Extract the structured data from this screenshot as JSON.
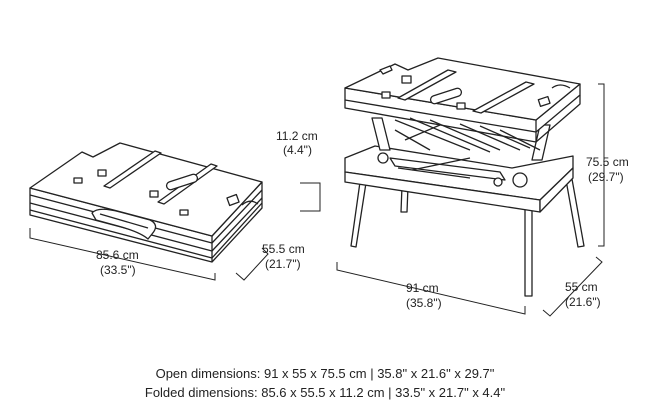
{
  "folded": {
    "height_cm": "11.2 cm",
    "height_in": "(4.4\")",
    "length_cm": "85.6 cm",
    "length_in": "(33.5\")",
    "depth_cm": "55.5 cm",
    "depth_in": "(21.7\")"
  },
  "open": {
    "height_cm": "75.5 cm",
    "height_in": "(29.7\")",
    "length_cm": "91 cm",
    "length_in": "(35.8\")",
    "depth_cm": "55 cm",
    "depth_in": "(21.6\")"
  },
  "captions": {
    "open_line": "Open dimensions: 91 x 55 x 75.5 cm | 35.8\" x 21.6\" x 29.7\"",
    "folded_line": "Folded dimensions: 85.6 x 55.5 x 11.2 cm | 33.5\" x 21.7\" x 4.4\""
  },
  "colors": {
    "line": "#222222",
    "fill": "#ffffff"
  }
}
